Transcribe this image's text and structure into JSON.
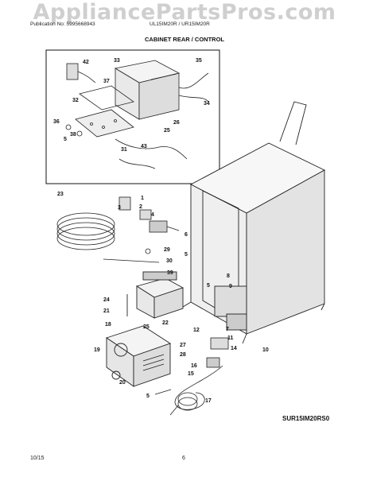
{
  "watermark": "AppliancePartsPros.com",
  "header": {
    "publication": "Publication No: 5995668943",
    "models": "UL15IM20R / UR15IM20R"
  },
  "title": "CABINET REAR / CONTROL",
  "diagram_code": "SUR15IM20RS0",
  "footer": {
    "date": "10/15",
    "page": "6"
  },
  "callouts": [
    "42",
    "33",
    "35",
    "37",
    "32",
    "34",
    "36",
    "5",
    "38",
    "26",
    "25",
    "31",
    "43",
    "23",
    "1",
    "2",
    "3",
    "4",
    "6",
    "5",
    "29",
    "30",
    "39",
    "5",
    "8",
    "9",
    "24",
    "21",
    "22",
    "25",
    "18",
    "12",
    "7",
    "11",
    "27",
    "14",
    "10",
    "28",
    "19",
    "20",
    "16",
    "15",
    "5",
    "17"
  ]
}
